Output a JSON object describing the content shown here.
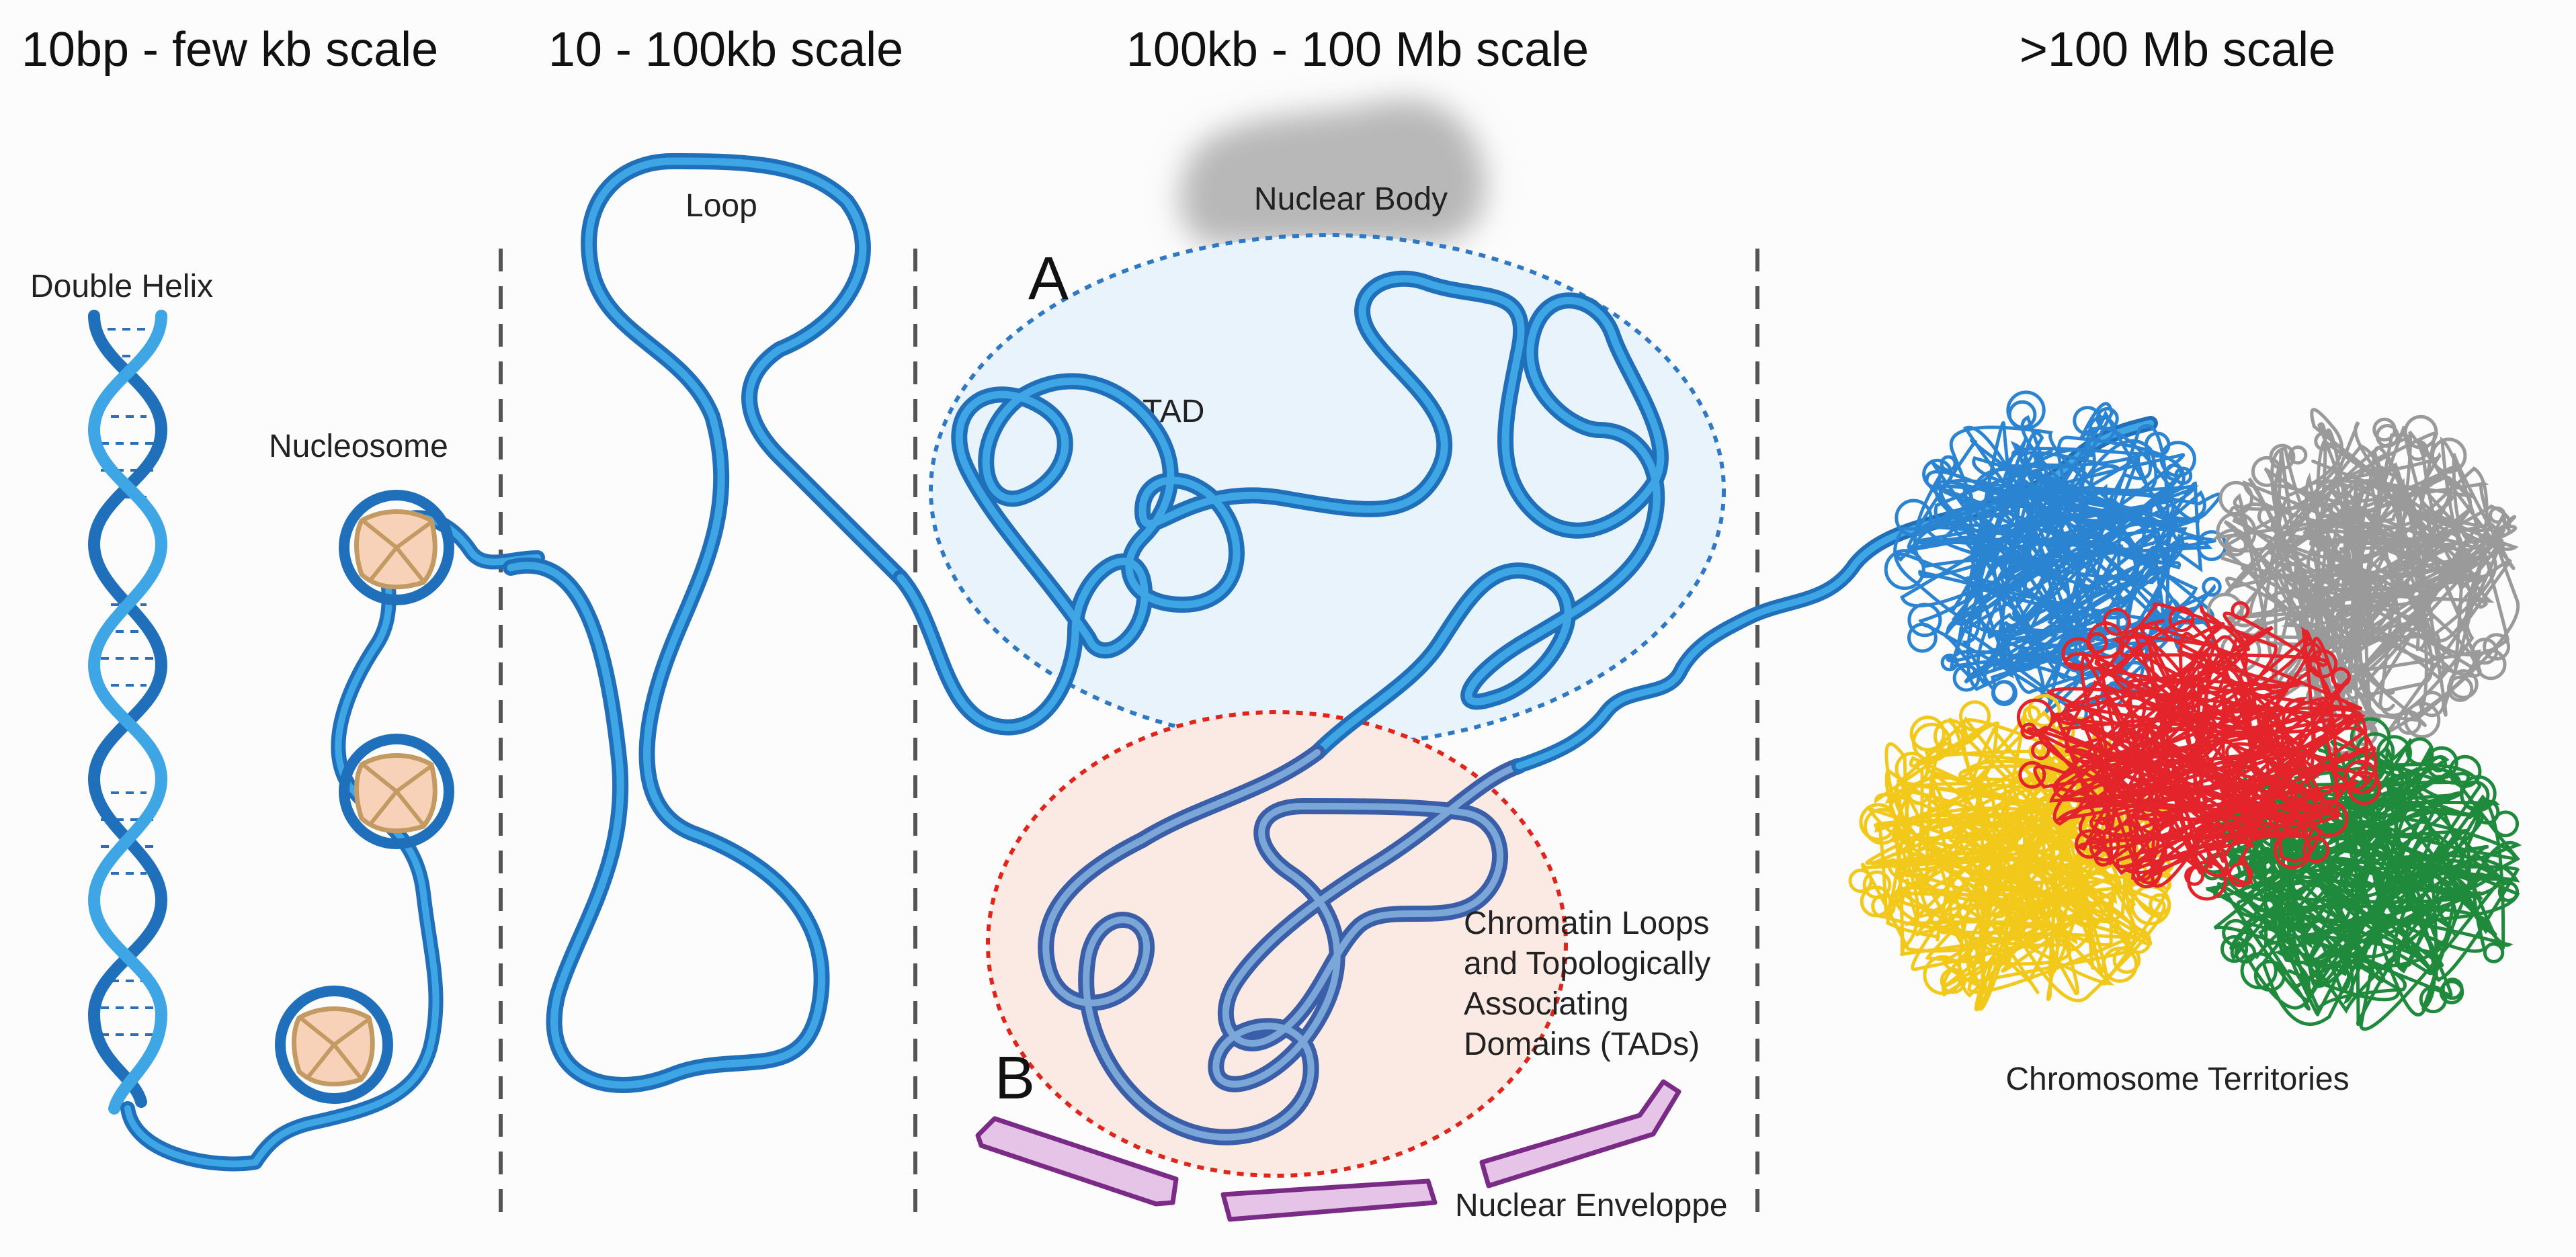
{
  "headers": {
    "h1": "10bp - few kb scale",
    "h2": "10 - 100kb scale",
    "h3": "100kb - 100 Mb scale",
    "h4": ">100 Mb scale"
  },
  "labels": {
    "double_helix": "Double Helix",
    "nucleosome": "Nucleosome",
    "loop": "Loop",
    "nuclear_body": "Nuclear Body",
    "compartment_a": "A",
    "compartment_b": "B",
    "tad": "TAD",
    "chromatin_loops": [
      "Chromatin Loops",
      "and Topologically",
      "Associating",
      "Domains (TADs)"
    ],
    "nuclear_envelope": "Nuclear Enveloppe",
    "chromosome_territories": "Chromosome Territories"
  },
  "colors": {
    "strand_dark": "#1f6fba",
    "strand_light": "#3ea6e4",
    "nucleosome_fill": "#f7d2b8",
    "nucleosome_line": "#c49a63",
    "compartment_a_fill": "#e9f3fc",
    "compartment_a_border": "#2f78c4",
    "compartment_b_fill": "#fbe9e4",
    "compartment_b_border": "#e0251b",
    "envelope_fill": "#e6c4e8",
    "envelope_line": "#7a2b86",
    "nuclear_body": "#b8b8b8",
    "territory_blue": "#2b84d2",
    "territory_gray": "#9a9a9a",
    "territory_red": "#e3242b",
    "territory_yellow": "#f2c91a",
    "territory_green": "#1f8a3b",
    "divider": "#555555"
  }
}
